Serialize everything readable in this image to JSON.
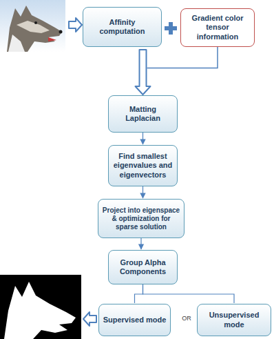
{
  "diagram": {
    "nodes": [
      {
        "text": [
          "Affinity computation"
        ]
      },
      {
        "text": [
          "Gradient color tensor information"
        ]
      },
      {
        "text": [
          "Matting Laplacian"
        ]
      },
      {
        "text": [
          "Find smallest eigenvalues and eigenvectors"
        ]
      },
      {
        "text": [
          "Project into eigenspace & optimization for sparse solution"
        ]
      },
      {
        "text": [
          "Group Alpha Components"
        ]
      },
      {
        "text": [
          "Supervised mode"
        ]
      },
      {
        "text": [
          "Unsupervised mode"
        ]
      }
    ],
    "edges": [
      {
        "from": 0,
        "to": 2,
        "arrow": "to"
      },
      {
        "from": 1,
        "to": 2,
        "arrow": "to"
      },
      {
        "from": 2,
        "to": 3,
        "arrow": "to"
      },
      {
        "from": 3,
        "to": 4,
        "arrow": "to"
      },
      {
        "from": 4,
        "to": 5,
        "arrow": "to"
      },
      {
        "from": 5,
        "to": 6,
        "arrow": "none"
      },
      {
        "from": 5,
        "to": 7,
        "arrow": "none"
      }
    ],
    "labels": [
      "OR"
    ]
  }
}
